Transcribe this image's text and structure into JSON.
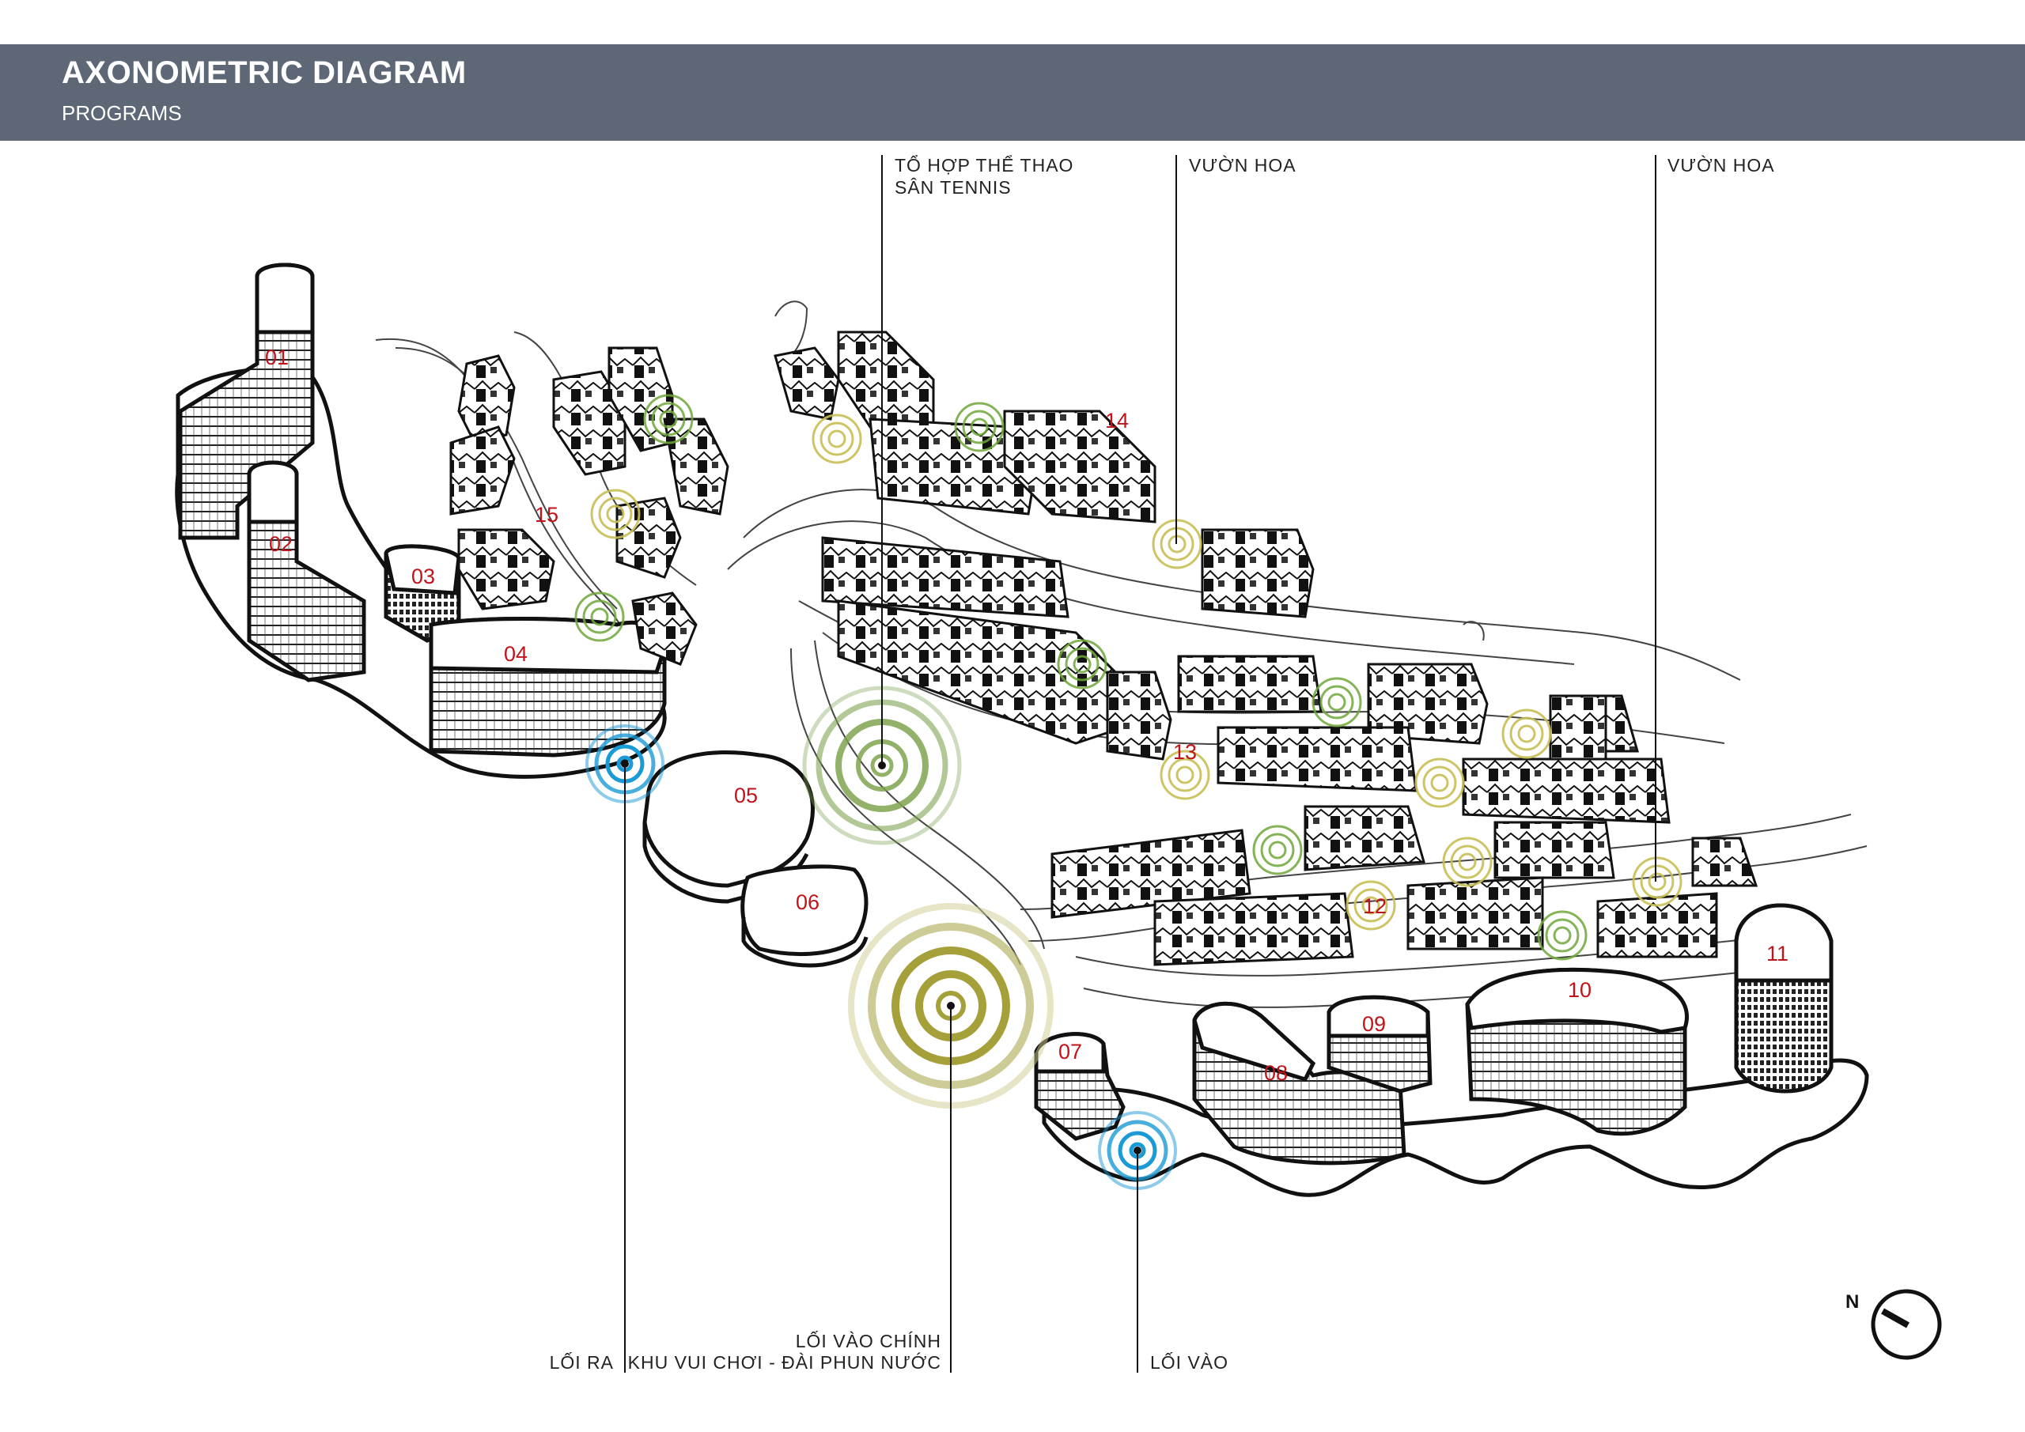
{
  "header": {
    "title": "AXONOMETRIC DIAGRAM",
    "subtitle": "PROGRAMS"
  },
  "labels": {
    "sports_1": "TỔ HỢP THỂ THAO",
    "sports_2": "SÂN TENNIS",
    "garden_1": "VƯỜN HOA",
    "garden_2": "VƯỜN HOA",
    "exit": "LỐI RA",
    "main_entry_1": "LỐI VÀO CHÍNH",
    "main_entry_2": "KHU VUI CHƠI - ĐÀI PHUN NƯỚC",
    "entry": "LỐI VÀO"
  },
  "buildings": [
    "01",
    "02",
    "03",
    "04",
    "05",
    "06",
    "07",
    "08",
    "09",
    "10",
    "11",
    "12",
    "13",
    "14",
    "15"
  ],
  "compass": {
    "label": "N"
  },
  "colors": {
    "header": "#5d6775",
    "number": "#c0141b",
    "entry_ring": "#1a9ad6",
    "green_ring": "#6fa83a",
    "olive_ring": "#a9a73a"
  }
}
